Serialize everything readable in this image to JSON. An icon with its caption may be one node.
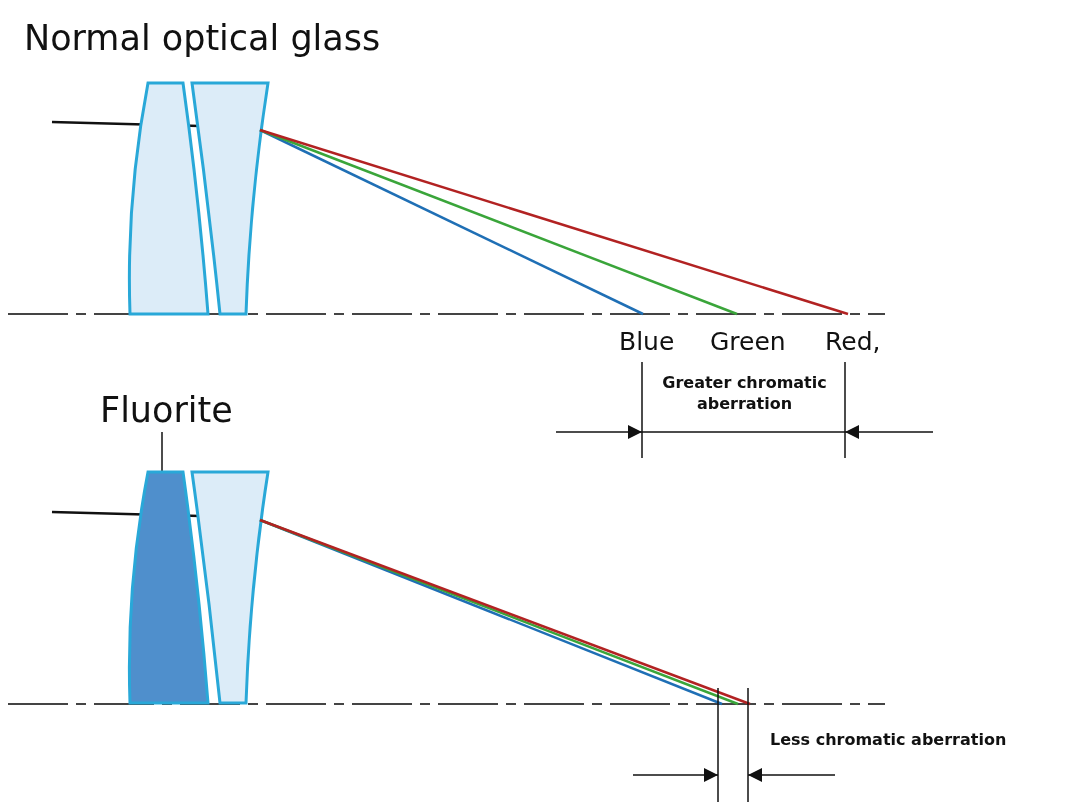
{
  "diagram": {
    "nodes": [
      {
        "text": [
          "Fluorite"
        ]
      },
      {
        "text": [],
        "shape": "lens"
      }
    ],
    "edges": [
      {
        "from": 0,
        "to": 1,
        "arrow": "none"
      }
    ],
    "labels": [
      "Normal optical glass",
      "Blue",
      "Green",
      "Red,",
      "Greater chromatic aberration",
      "Less chromatic aberration"
    ]
  }
}
